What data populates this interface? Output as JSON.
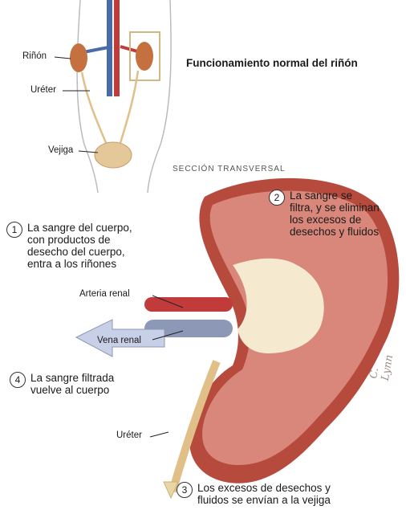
{
  "title": "Funcionamiento normal del riñón",
  "section": "SECCIÓN TRANSVERSAL",
  "labels": {
    "rinon": "Riñón",
    "ureter_top": "Uréter",
    "vejiga": "Vejiga",
    "arteria": "Arteria renal",
    "vena": "Vena renal",
    "ureter_bottom": "Uréter"
  },
  "steps": [
    {
      "n": "1",
      "text": "La sangre del cuerpo,\ncon productos de\ndesecho del cuerpo,\nentra a los riñones"
    },
    {
      "n": "2",
      "text": "La sangre se\nfiltra, y se eliminan\nlos excesos de\ndesechos y fluidos"
    },
    {
      "n": "3",
      "text": "Los excesos de desechos y\nfluidos se envían a la vejiga"
    },
    {
      "n": "4",
      "text": "La sangre filtrada\nvuelve al cuerpo"
    }
  ],
  "signature": "C. Lynn",
  "colors": {
    "kidney": "#b64a3c",
    "cortex": "#d8877a",
    "pelvis": "#f5ead0",
    "artery": "#c23b3b",
    "vein": "#8d98b6",
    "ureter": "#e0c088",
    "arrow": "#e9d6a4"
  }
}
